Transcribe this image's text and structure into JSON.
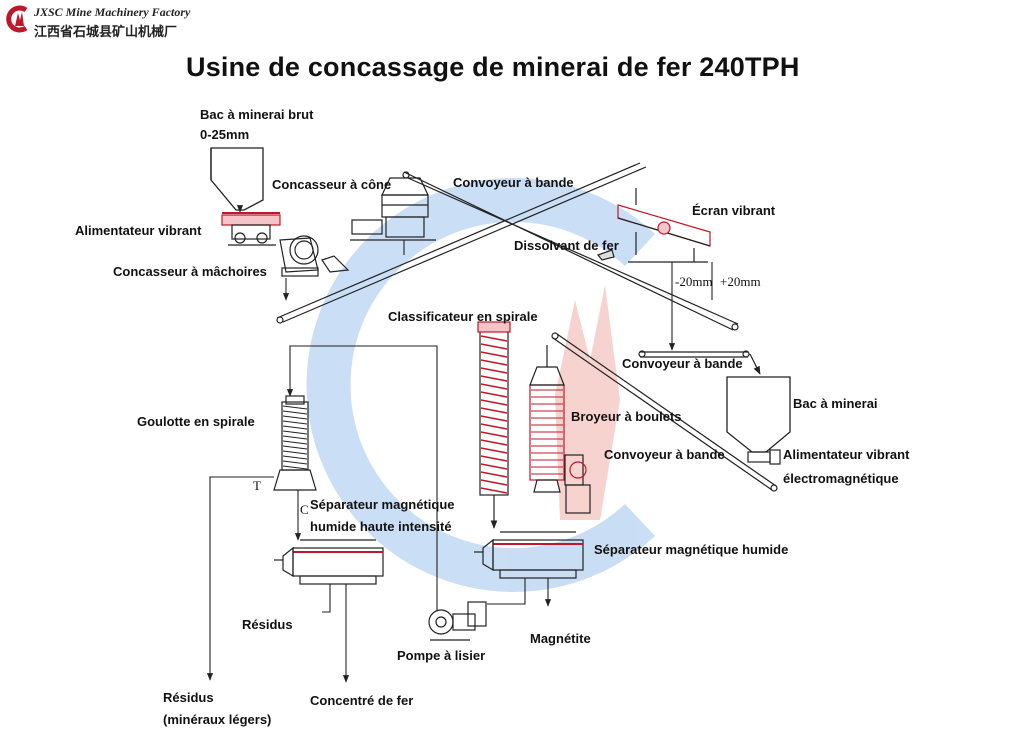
{
  "logo": {
    "company_en": "JXSC Mine Machinery Factory",
    "company_cn": "江西省石城县矿山机械厂"
  },
  "title": "Usine de concassage de minerai de fer 240TPH",
  "labels": {
    "raw_bin": "Bac à minerai brut",
    "raw_size": "0-25mm",
    "vibrating_feeder": "Alimentateur vibrant",
    "jaw_crusher": "Concasseur à mâchoires",
    "cone_crusher": "Concasseur à cône",
    "belt_conveyor_1": "Convoyeur à bande",
    "vibrating_screen": "Écran vibrant",
    "iron_remover": "Dissolvant de fer",
    "minus_20": "-20mm",
    "plus_20": "+20mm",
    "spiral_classifier": "Classificateur en spirale",
    "belt_conveyor_2": "Convoyeur à bande",
    "ore_bin": "Bac à minerai",
    "ball_mill": "Broyeur à boulets",
    "belt_conveyor_3": "Convoyeur à bande",
    "em_feeder_1": "Alimentateur vibrant",
    "em_feeder_2": "électromagnétique",
    "spiral_chute": "Goulotte en spirale",
    "mark_t": "T",
    "mark_c": "C",
    "hi_sep_1": "Séparateur magnétique",
    "hi_sep_2": "humide haute intensité",
    "wet_sep": "Séparateur magnétique humide",
    "tailings": "Résidus",
    "slurry_pump": "Pompe à lisier",
    "magnetite": "Magnétite",
    "tailings_light_1": "Résidus",
    "tailings_light_2": "(minéraux légers)",
    "iron_concentrate": "Concentré de fer"
  },
  "colors": {
    "line": "#222222",
    "accent_red": "#c0182a",
    "watermark_blue": "#9ec4ec",
    "watermark_red": "#f0b0a8"
  }
}
